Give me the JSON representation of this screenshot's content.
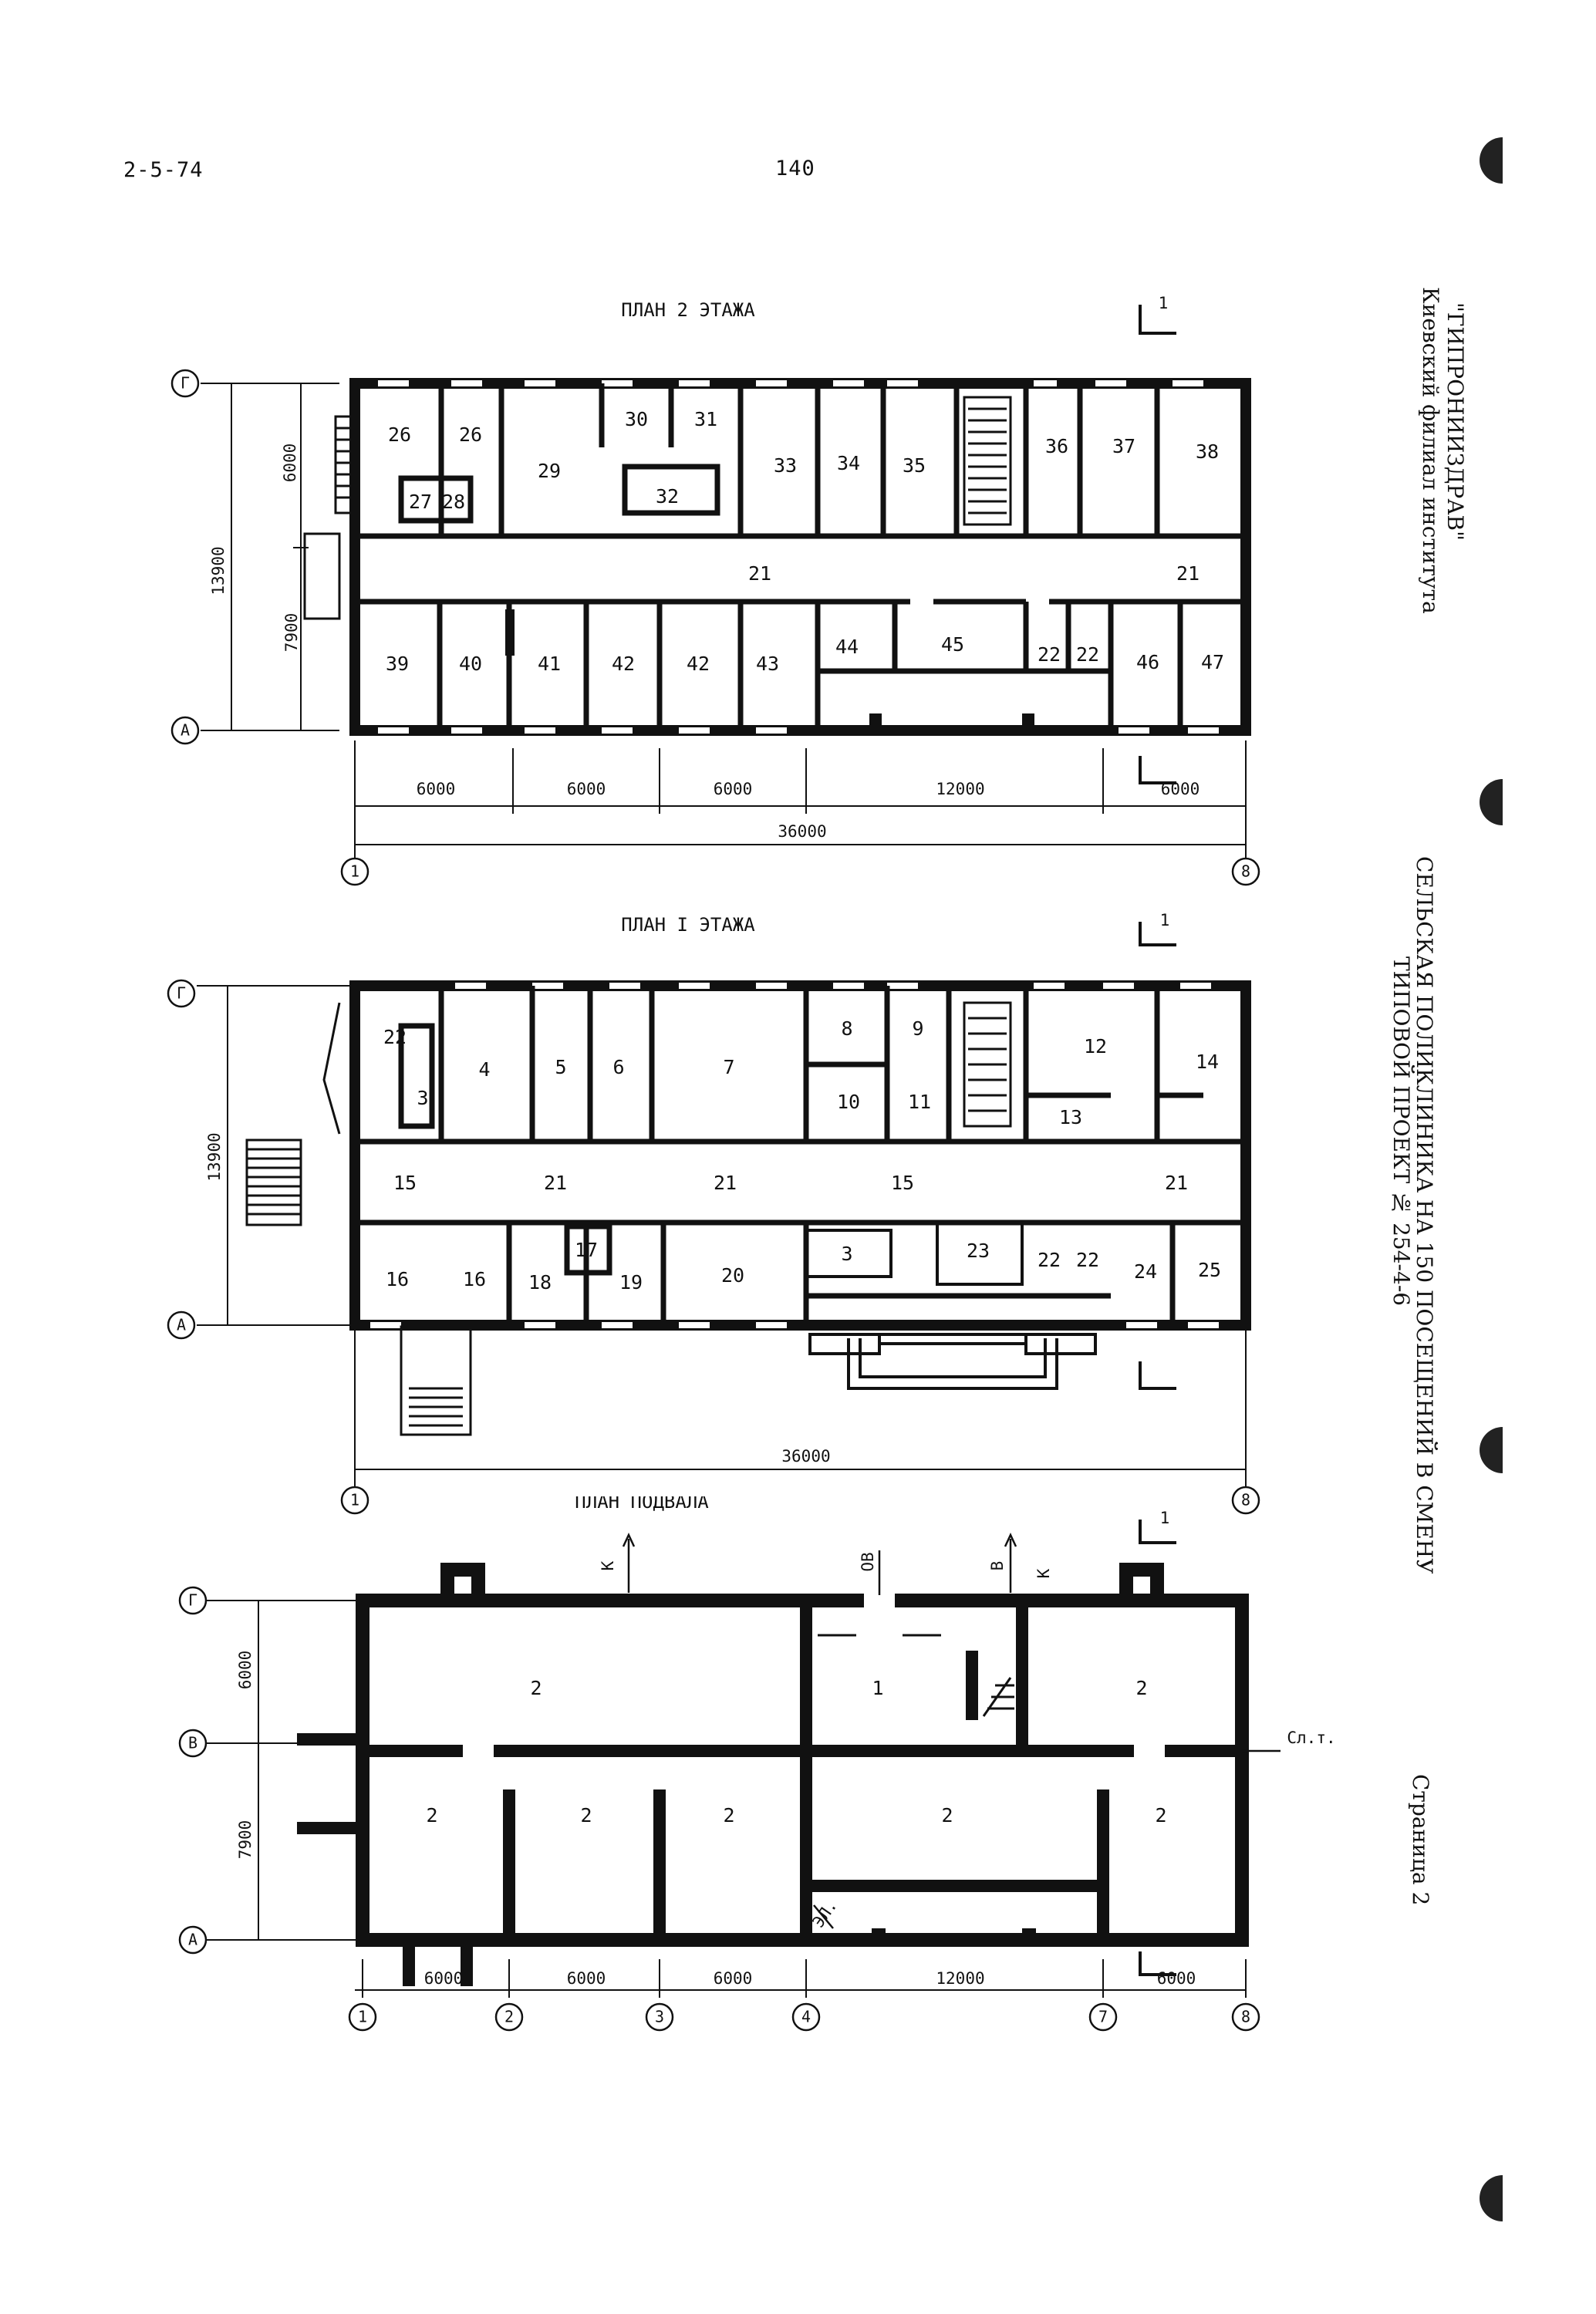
{
  "header": {
    "code": "2-5-74",
    "page_number": "140"
  },
  "side": {
    "institute": [
      "Киевский филиал института",
      "\"ГИПРОНИИЗДРАВ\""
    ],
    "project": [
      "ТИПОВОЙ ПРОЕКТ № 254-4-6",
      "СЕЛЬСКАЯ ПОЛИКЛИНИКА НА 150 ПОСЕЩЕНИЙ В СМЕНУ"
    ],
    "page": "Страница 2"
  },
  "plans": {
    "floor2": {
      "title": "ПЛАН 2 ЭТАЖА",
      "dims_vert": [
        "6000",
        "13900",
        "7900"
      ],
      "dims_bottom": [
        "6000",
        "6000",
        "6000",
        "12000",
        "6000"
      ],
      "dim_total": "36000",
      "axes": [
        "1",
        "8",
        "Г",
        "А"
      ],
      "section": "1",
      "rooms": [
        "26",
        "26",
        "27",
        "28",
        "29",
        "30",
        "31",
        "32",
        "33",
        "34",
        "35",
        "36",
        "37",
        "38",
        "21",
        "21",
        "39",
        "40",
        "41",
        "42",
        "42",
        "43",
        "44",
        "45",
        "22",
        "22",
        "46",
        "47"
      ]
    },
    "floor1": {
      "title": "ПЛАН I ЭТАЖА",
      "dims_vert": [
        "13900"
      ],
      "dim_total": "36000",
      "axes": [
        "1",
        "8",
        "Г",
        "А"
      ],
      "section": "1",
      "rooms": [
        "22",
        "3",
        "4",
        "5",
        "6",
        "7",
        "8",
        "9",
        "10",
        "11",
        "12",
        "13",
        "14",
        "15",
        "21",
        "21",
        "15",
        "21",
        "16",
        "16",
        "17",
        "18",
        "19",
        "20",
        "3",
        "23",
        "22",
        "22",
        "24",
        "25"
      ]
    },
    "basement": {
      "title": "ПЛАН ПОДВАЛА",
      "dims_vert": [
        "6000",
        "7900"
      ],
      "dims_bottom": [
        "6000",
        "6000",
        "6000",
        "12000",
        "6000"
      ],
      "axes": [
        "1",
        "2",
        "3",
        "4",
        "7",
        "8",
        "Г",
        "В",
        "А"
      ],
      "section": "1",
      "labels": [
        "К",
        "ОВ",
        "В",
        "К",
        "Сл.т.",
        "ЭЛ."
      ],
      "rooms": [
        "2",
        "1",
        "2",
        "2",
        "2",
        "2",
        "2",
        "2"
      ]
    }
  }
}
